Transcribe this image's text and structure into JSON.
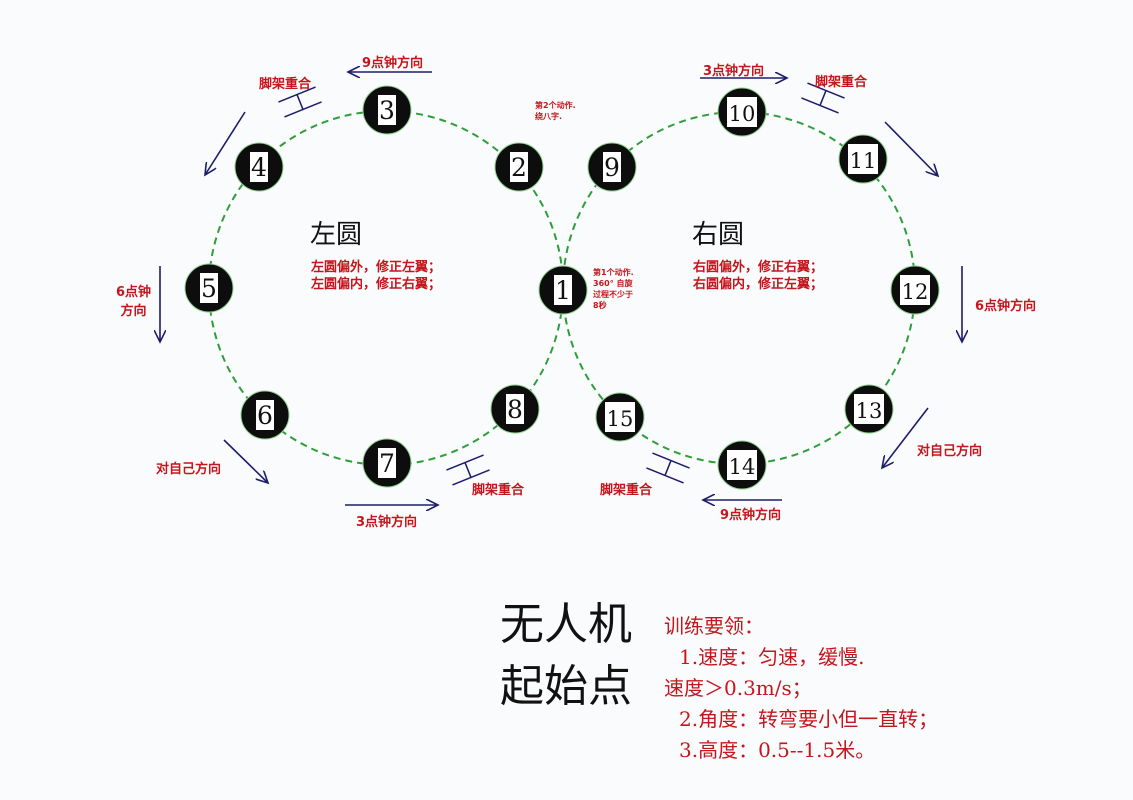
{
  "nodes": {
    "left": [
      "1",
      "2",
      "3",
      "4",
      "5",
      "6",
      "7",
      "8"
    ],
    "right": [
      "9",
      "10",
      "11",
      "12",
      "13",
      "14",
      "15"
    ]
  },
  "left_circle": {
    "title": "左圆",
    "rule1": "左圆偏外，修正左翼；",
    "rule2": "左圆偏内，修正右翼；"
  },
  "right_circle": {
    "title": "右圆",
    "rule1": "右圆偏外，修正右翼；",
    "rule2": "右圆偏内，修正左翼；"
  },
  "notes": {
    "action2_line1": "第2个动作.",
    "action2_line2": "绕八字.",
    "action1_line1": "第1个动作.",
    "action1_line2": "360° 自旋",
    "action1_line3": "过程不少于",
    "action1_line4": "8秒"
  },
  "directions": {
    "left_top": "9点钟方向",
    "left_side_1": "6点钟",
    "left_side_2": "方向",
    "left_bottom_self": "对自己方向",
    "left_bottom": "3点钟方向",
    "right_top": "3点钟方向",
    "right_side": "6点钟方向",
    "right_bottom_self": "对自己方向",
    "right_bottom": "9点钟方向"
  },
  "tripod": {
    "label": "脚架重合"
  },
  "start": {
    "line1": "无人机",
    "line2": "起始点"
  },
  "tips": {
    "heading": "训练要领：",
    "item1": "1.速度：匀速，缓慢.",
    "item1_cont": "速度＞0.3m/s；",
    "item2": "2.角度：转弯要小但一直转；",
    "item3": "3.高度：0.5--1.5米。"
  },
  "colors": {
    "path": "#2e9e3a",
    "node": "#0d0d0d",
    "arrow": "#1c1c6b",
    "text_red": "#c4161c"
  }
}
